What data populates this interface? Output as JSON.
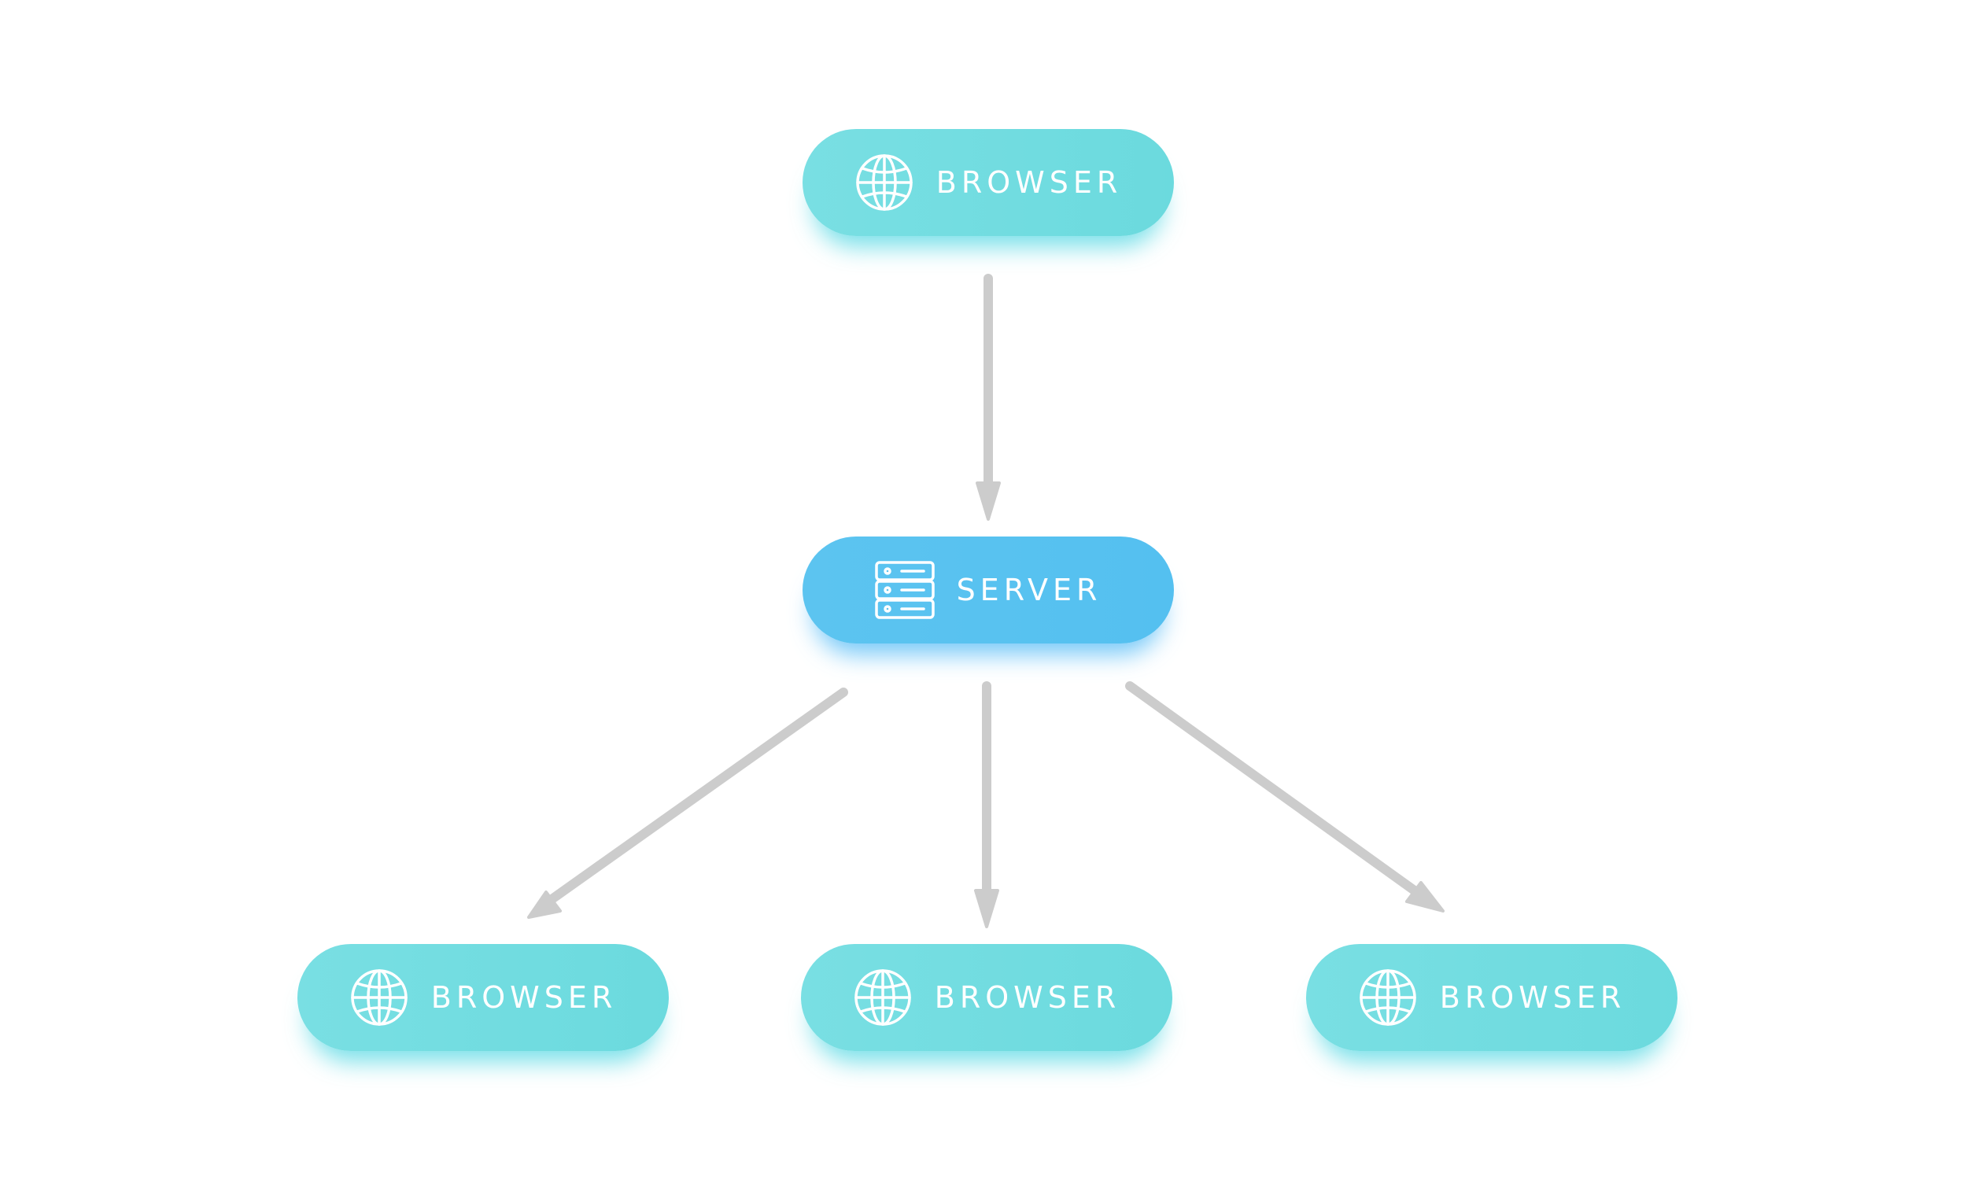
{
  "diagram": {
    "nodes": {
      "top_browser": {
        "label": "BROWSER",
        "icon": "globe-icon",
        "color": "#72dde2"
      },
      "server": {
        "label": "SERVER",
        "icon": "server-icon",
        "color": "#58c2f0"
      },
      "browser_left": {
        "label": "BROWSER",
        "icon": "globe-icon",
        "color": "#72dde2"
      },
      "browser_center": {
        "label": "BROWSER",
        "icon": "globe-icon",
        "color": "#72dde2"
      },
      "browser_right": {
        "label": "BROWSER",
        "icon": "globe-icon",
        "color": "#72dde2"
      }
    },
    "edges": [
      {
        "from": "top_browser",
        "to": "server"
      },
      {
        "from": "server",
        "to": "browser_left"
      },
      {
        "from": "server",
        "to": "browser_center"
      },
      {
        "from": "server",
        "to": "browser_right"
      }
    ],
    "arrow_color": "#cccccc"
  }
}
